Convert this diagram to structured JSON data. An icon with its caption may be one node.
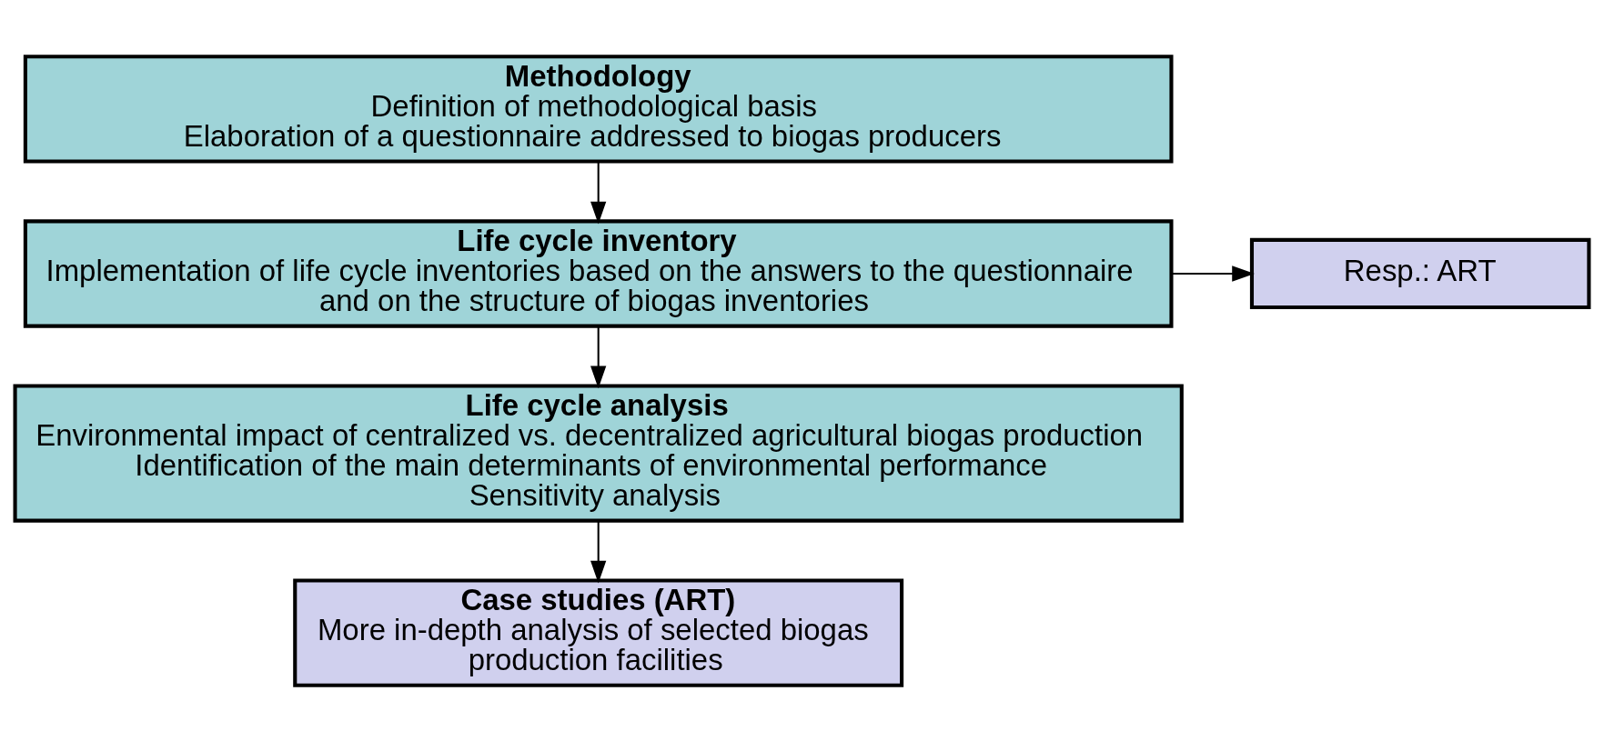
{
  "diagram": {
    "nodes": [
      {
        "text": [
          "Methodology",
          "Definition of methodological basis",
          "Elaboration of a questionnaire addressed to biogas producers"
        ]
      },
      {
        "text": [
          "Life cycle inventory",
          "Implementation of life cycle inventories based on the answers to the questionnaire and on the structure of biogas inventories"
        ]
      },
      {
        "text": [
          "Resp.: ART"
        ]
      },
      {
        "text": [
          "Life cycle analysis",
          "Environmental impact of centralized vs. decentralized agricultural biogas production",
          "Identification of the main determinants of environmental performance",
          "Sensitivity analysis"
        ]
      },
      {
        "text": [
          "Case studies (ART)",
          "More in-depth analysis of selected biogas production facilities"
        ]
      }
    ],
    "edges": [
      {
        "from": 0,
        "to": 1,
        "arrow": "to"
      },
      {
        "from": 1,
        "to": 2,
        "arrow": "to"
      },
      {
        "from": 1,
        "to": 3,
        "arrow": "to"
      },
      {
        "from": 3,
        "to": 4,
        "arrow": "to"
      }
    ]
  }
}
